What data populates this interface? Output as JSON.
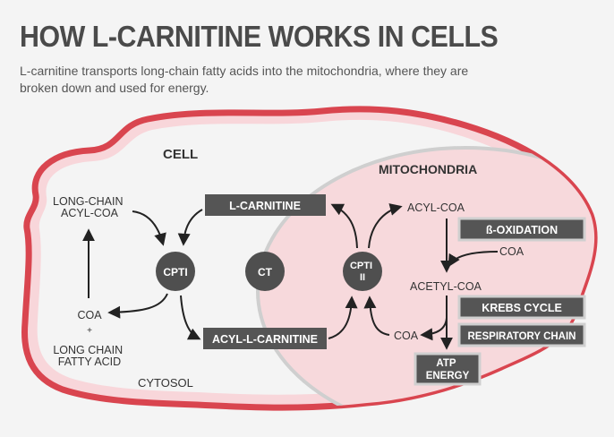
{
  "header": {
    "title": "HOW L-CARNITINE WORKS IN CELLS",
    "subtitle": "L-carnitine transports long-chain fatty acids into the mitochondria, where they are broken down and used for energy."
  },
  "diagram": {
    "cell_label": "CELL",
    "mito_label": "MITOCHONDRIA",
    "cytosol_label": "CYTOSOL",
    "long_chain_acyl_coa": [
      "LONG-CHAIN",
      "ACYL-COA"
    ],
    "coa_left": "COA",
    "plus": "+",
    "long_chain_fatty_acid": [
      "LONG CHAIN",
      "FATTY ACID"
    ],
    "l_carnitine": "L-CARNITINE",
    "acyl_l_carnitine": "ACYL-L-CARNITINE",
    "cpt1": "CPTI",
    "ct": "CT",
    "cpt2": [
      "CPTI",
      "II"
    ],
    "acyl_coa": "ACYL-COA",
    "beta_oxidation": "ß-OXIDATION",
    "coa_beta": "COA",
    "acetyl_coa": "ACETYL-COA",
    "krebs_cycle": "KREBS CYCLE",
    "respiratory_chain": "RESPIRATORY CHAIN",
    "coa_right": "COA",
    "atp_energy": [
      "ATP",
      "ENERGY"
    ]
  },
  "colors": {
    "membrane": "#d9454f",
    "cell_fill": "#f4f4f4",
    "mito_fill": "#f7d9dc",
    "mito_border": "#cfcfcf",
    "box": "#555555",
    "circle": "#4f4f4f"
  }
}
